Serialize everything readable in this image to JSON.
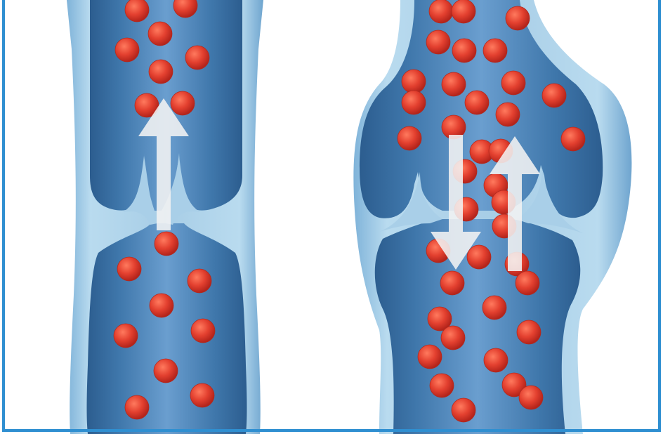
{
  "figure": {
    "panels": [
      {
        "name": "normal-vein",
        "valve": "closed",
        "flow_arrows": [
          "up"
        ]
      },
      {
        "name": "varicose-vein",
        "valve": "incompetent",
        "flow_arrows": [
          "down",
          "up"
        ]
      }
    ],
    "colors": {
      "frame": "#2f8fd1",
      "vessel_outer": "#a9cfe8",
      "vessel_inner": "#3a70a3",
      "vessel_core": "#5f95c7",
      "blood_cell": "#e0392c",
      "arrow": "#f2f2f2"
    }
  }
}
